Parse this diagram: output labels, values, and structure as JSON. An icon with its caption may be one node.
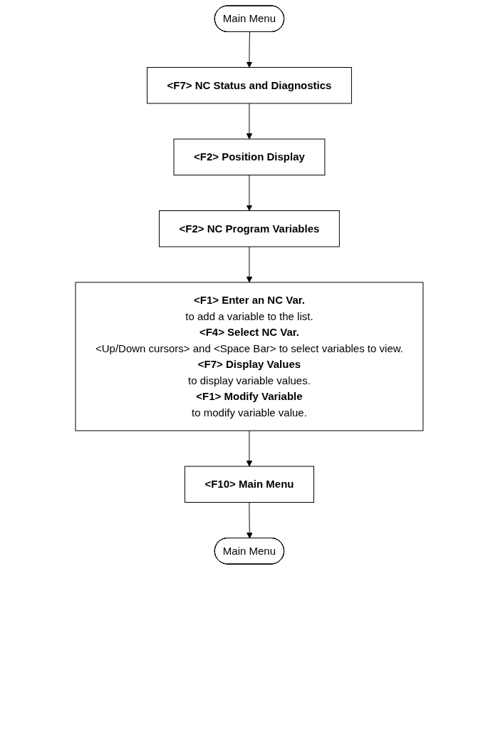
{
  "diagram": {
    "nodes": [
      {
        "text": [
          "Main Menu"
        ]
      },
      {
        "text": [
          "<F7> NC Status and Diagnostics"
        ]
      },
      {
        "text": [
          "<F2> Position Display"
        ]
      },
      {
        "text": [
          "<F2> NC Program Variables"
        ]
      },
      {
        "text": [
          "<F1> Enter an NC Var.",
          "to add a variable to the list.",
          "<F4> Select NC Var.",
          "<Up/Down cursors> and <Space Bar> to select variables to view.",
          "<F7> Display Values",
          "to display variable values.",
          "<F1> Modify Variable",
          "to modify variable value."
        ]
      },
      {
        "text": [
          "<F10> Main Menu"
        ]
      },
      {
        "text": [
          "Main Menu"
        ]
      }
    ],
    "edges": [
      {
        "from": 0,
        "to": 1,
        "arrow": "to"
      },
      {
        "from": 1,
        "to": 2,
        "arrow": "to"
      },
      {
        "from": 2,
        "to": 3,
        "arrow": "to"
      },
      {
        "from": 3,
        "to": 4,
        "arrow": "to"
      },
      {
        "from": 4,
        "to": 5,
        "arrow": "to"
      },
      {
        "from": 5,
        "to": 6,
        "arrow": "to"
      }
    ]
  }
}
